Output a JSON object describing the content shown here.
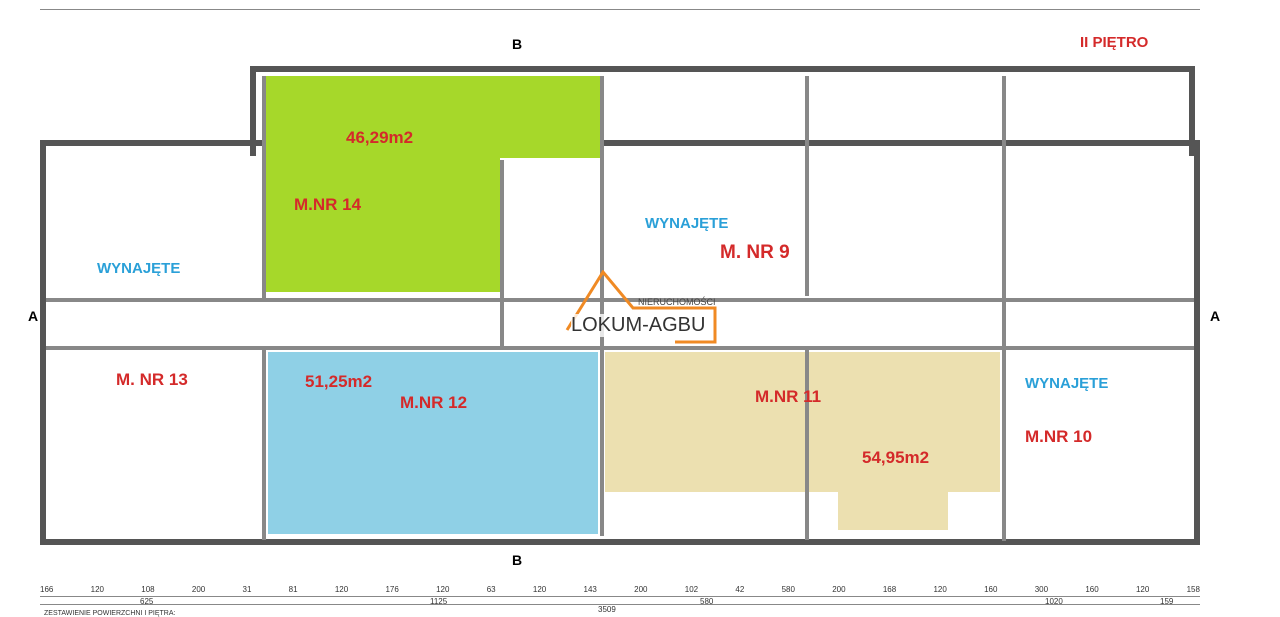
{
  "title": "II PIĘTRO",
  "section_marks": [
    "B",
    "B",
    "A",
    "A"
  ],
  "units": [
    {
      "name": "M.NR 14",
      "area": "46,29m2",
      "color": "#a6d82a"
    },
    {
      "name": "M.NR 12",
      "area": "51,25m2",
      "color": "#8fd0e6"
    },
    {
      "name": "M.NR 11",
      "area": "54,95m2",
      "color": "#ece0b0"
    },
    {
      "name": "M. NR 13",
      "status": "WYNAJĘTE"
    },
    {
      "name": "M. NR 9",
      "status": "WYNAJĘTE"
    },
    {
      "name": "M.NR 10",
      "status": "WYNAJĘTE"
    }
  ],
  "logo": {
    "sub": "NIERUCHOMOŚCI",
    "main": "LOKUM-AGBU",
    "color": "#f08a24"
  },
  "bottom_dims": [
    "166",
    "120",
    "108",
    "200",
    "31",
    "81",
    "120",
    "176",
    "120",
    "63",
    "120",
    "143",
    "200",
    "102",
    "42",
    "580",
    "200",
    "168",
    "120",
    "160",
    "300",
    "160",
    "120",
    "158"
  ],
  "bottom_totals": [
    "625",
    "1125",
    "580",
    "1020",
    "159"
  ],
  "overall": "3509",
  "footer": "ZESTAWIENIE POWIERZCHNI I PIĘTRA:"
}
